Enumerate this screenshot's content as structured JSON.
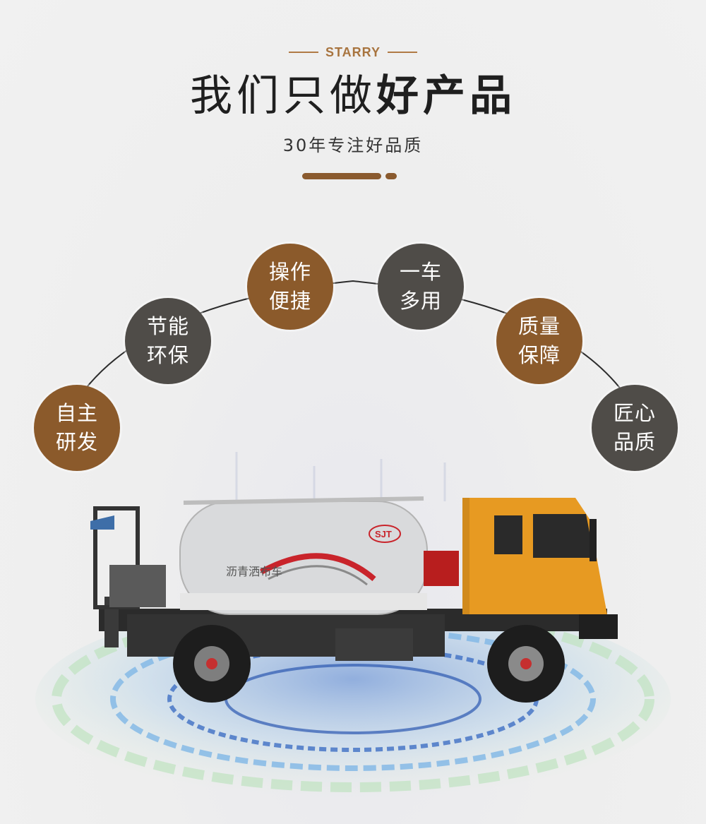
{
  "header": {
    "brand": "STARRY",
    "headline_light": "我们只做",
    "headline_bold": "好产品",
    "subtitle": "30年专注好品质"
  },
  "features": [
    {
      "line1": "自主",
      "line2": "研发"
    },
    {
      "line1": "节能",
      "line2": "环保"
    },
    {
      "line1": "操作",
      "line2": "便捷"
    },
    {
      "line1": "一车",
      "line2": "多用"
    },
    {
      "line1": "质量",
      "line2": "保障"
    },
    {
      "line1": "匠心",
      "line2": "品质"
    }
  ],
  "truck": {
    "tank_text": "沥青洒布车",
    "logo_text": "SJT"
  },
  "colors": {
    "accent_brown": "#8b5a2b",
    "accent_dark": "#4f4c48",
    "brand_gold": "#a8743f",
    "cab_orange": "#e79a22"
  }
}
